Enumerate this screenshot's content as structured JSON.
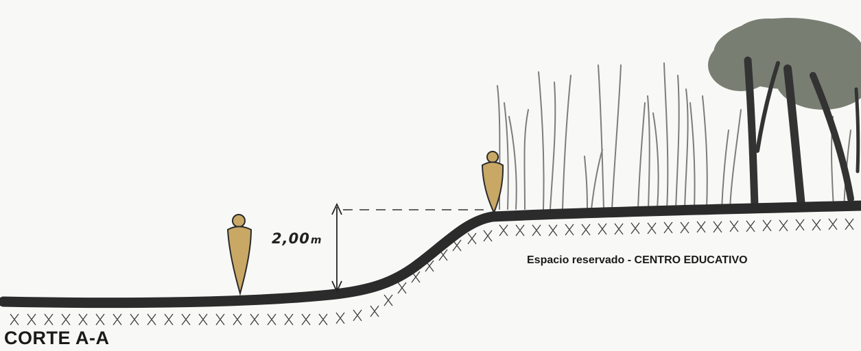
{
  "section_title": "CORTE A-A",
  "dimension": {
    "value": "2,00",
    "unit": "m"
  },
  "area_label": "Espacio reservado  - CENTRO EDUCATIVO",
  "colors": {
    "ground": "#2b2b2b",
    "figure_fill": "#c9a866",
    "tree_canopy": "#6f7468",
    "trunk": "#3a3a3a",
    "reed": "#8a8a8a"
  }
}
